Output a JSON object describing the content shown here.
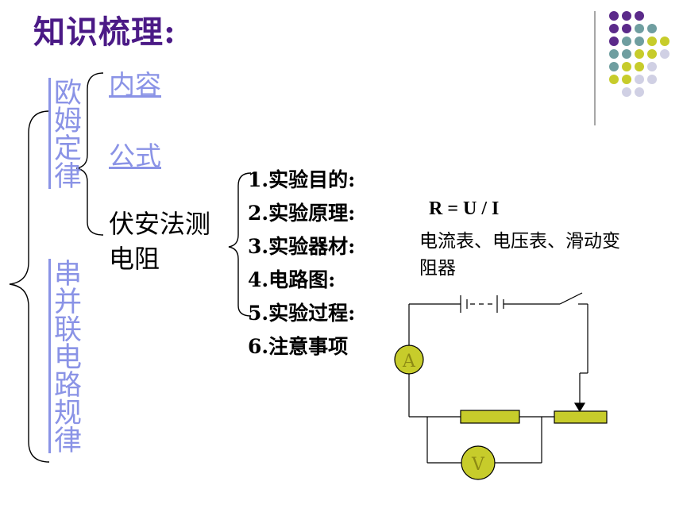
{
  "title": "知识梳理:",
  "left_links": {
    "ohm_law": "欧姆定律",
    "series_parallel": "串并联电路规律"
  },
  "branches": {
    "content": "内容",
    "formula": "公式",
    "method_line1": "伏安法测",
    "method_line2": "电阻"
  },
  "steps": [
    "1.实验目的:",
    "2.实验原理:",
    "3.实验器材:",
    "4.电路图:",
    "5.实验过程:",
    "6.注意事项"
  ],
  "principle_formula": "R = U / I",
  "equipment_line1": "电流表、电压表、滑动变",
  "equipment_line2": "阻器",
  "circuit": {
    "ammeter_label": "A",
    "voltmeter_label": "V"
  },
  "colors": {
    "title": "#4b1a86",
    "link": "#8a93e6",
    "dot_purple": "#5b2a8a",
    "dot_teal": "#6f9ea0",
    "dot_yellow": "#c7cc2b",
    "dot_gray": "#d0d0e4",
    "component_fill": "#c7cc2b"
  }
}
